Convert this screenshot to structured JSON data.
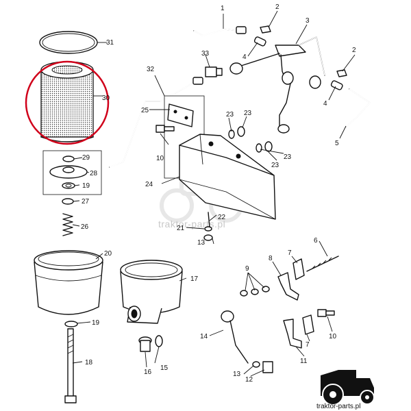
{
  "diagram": {
    "background": "#ffffff",
    "line_color": "#111111",
    "highlight_color": "#d0001a",
    "watermark_color": "#c8c8c8",
    "watermark_text": "traktor-parts.pl",
    "brand_text": "traktor-parts.pl",
    "callouts": {
      "c1": "1",
      "c2a": "2",
      "c2b": "2",
      "c3": "3",
      "c4a": "4",
      "c4b": "4",
      "c5": "5",
      "c6": "6",
      "c7a": "7",
      "c7b": "7",
      "c8": "8",
      "c9": "9",
      "c10a": "10",
      "c10b": "10",
      "c11": "11",
      "c12": "12",
      "c13a": "13",
      "c13b": "13",
      "c14": "14",
      "c15": "15",
      "c16": "16",
      "c17": "17",
      "c18": "18",
      "c19a": "19",
      "c19b": "19",
      "c20": "20",
      "c21": "21",
      "c22": "22",
      "c23a": "23",
      "c23b": "23",
      "c23c": "23",
      "c23d": "23",
      "c24": "24",
      "c25": "25",
      "c26": "26",
      "c27": "27",
      "c28": "28",
      "c29": "29",
      "c30": "30",
      "c31": "31",
      "c32": "32",
      "c33": "33"
    }
  }
}
